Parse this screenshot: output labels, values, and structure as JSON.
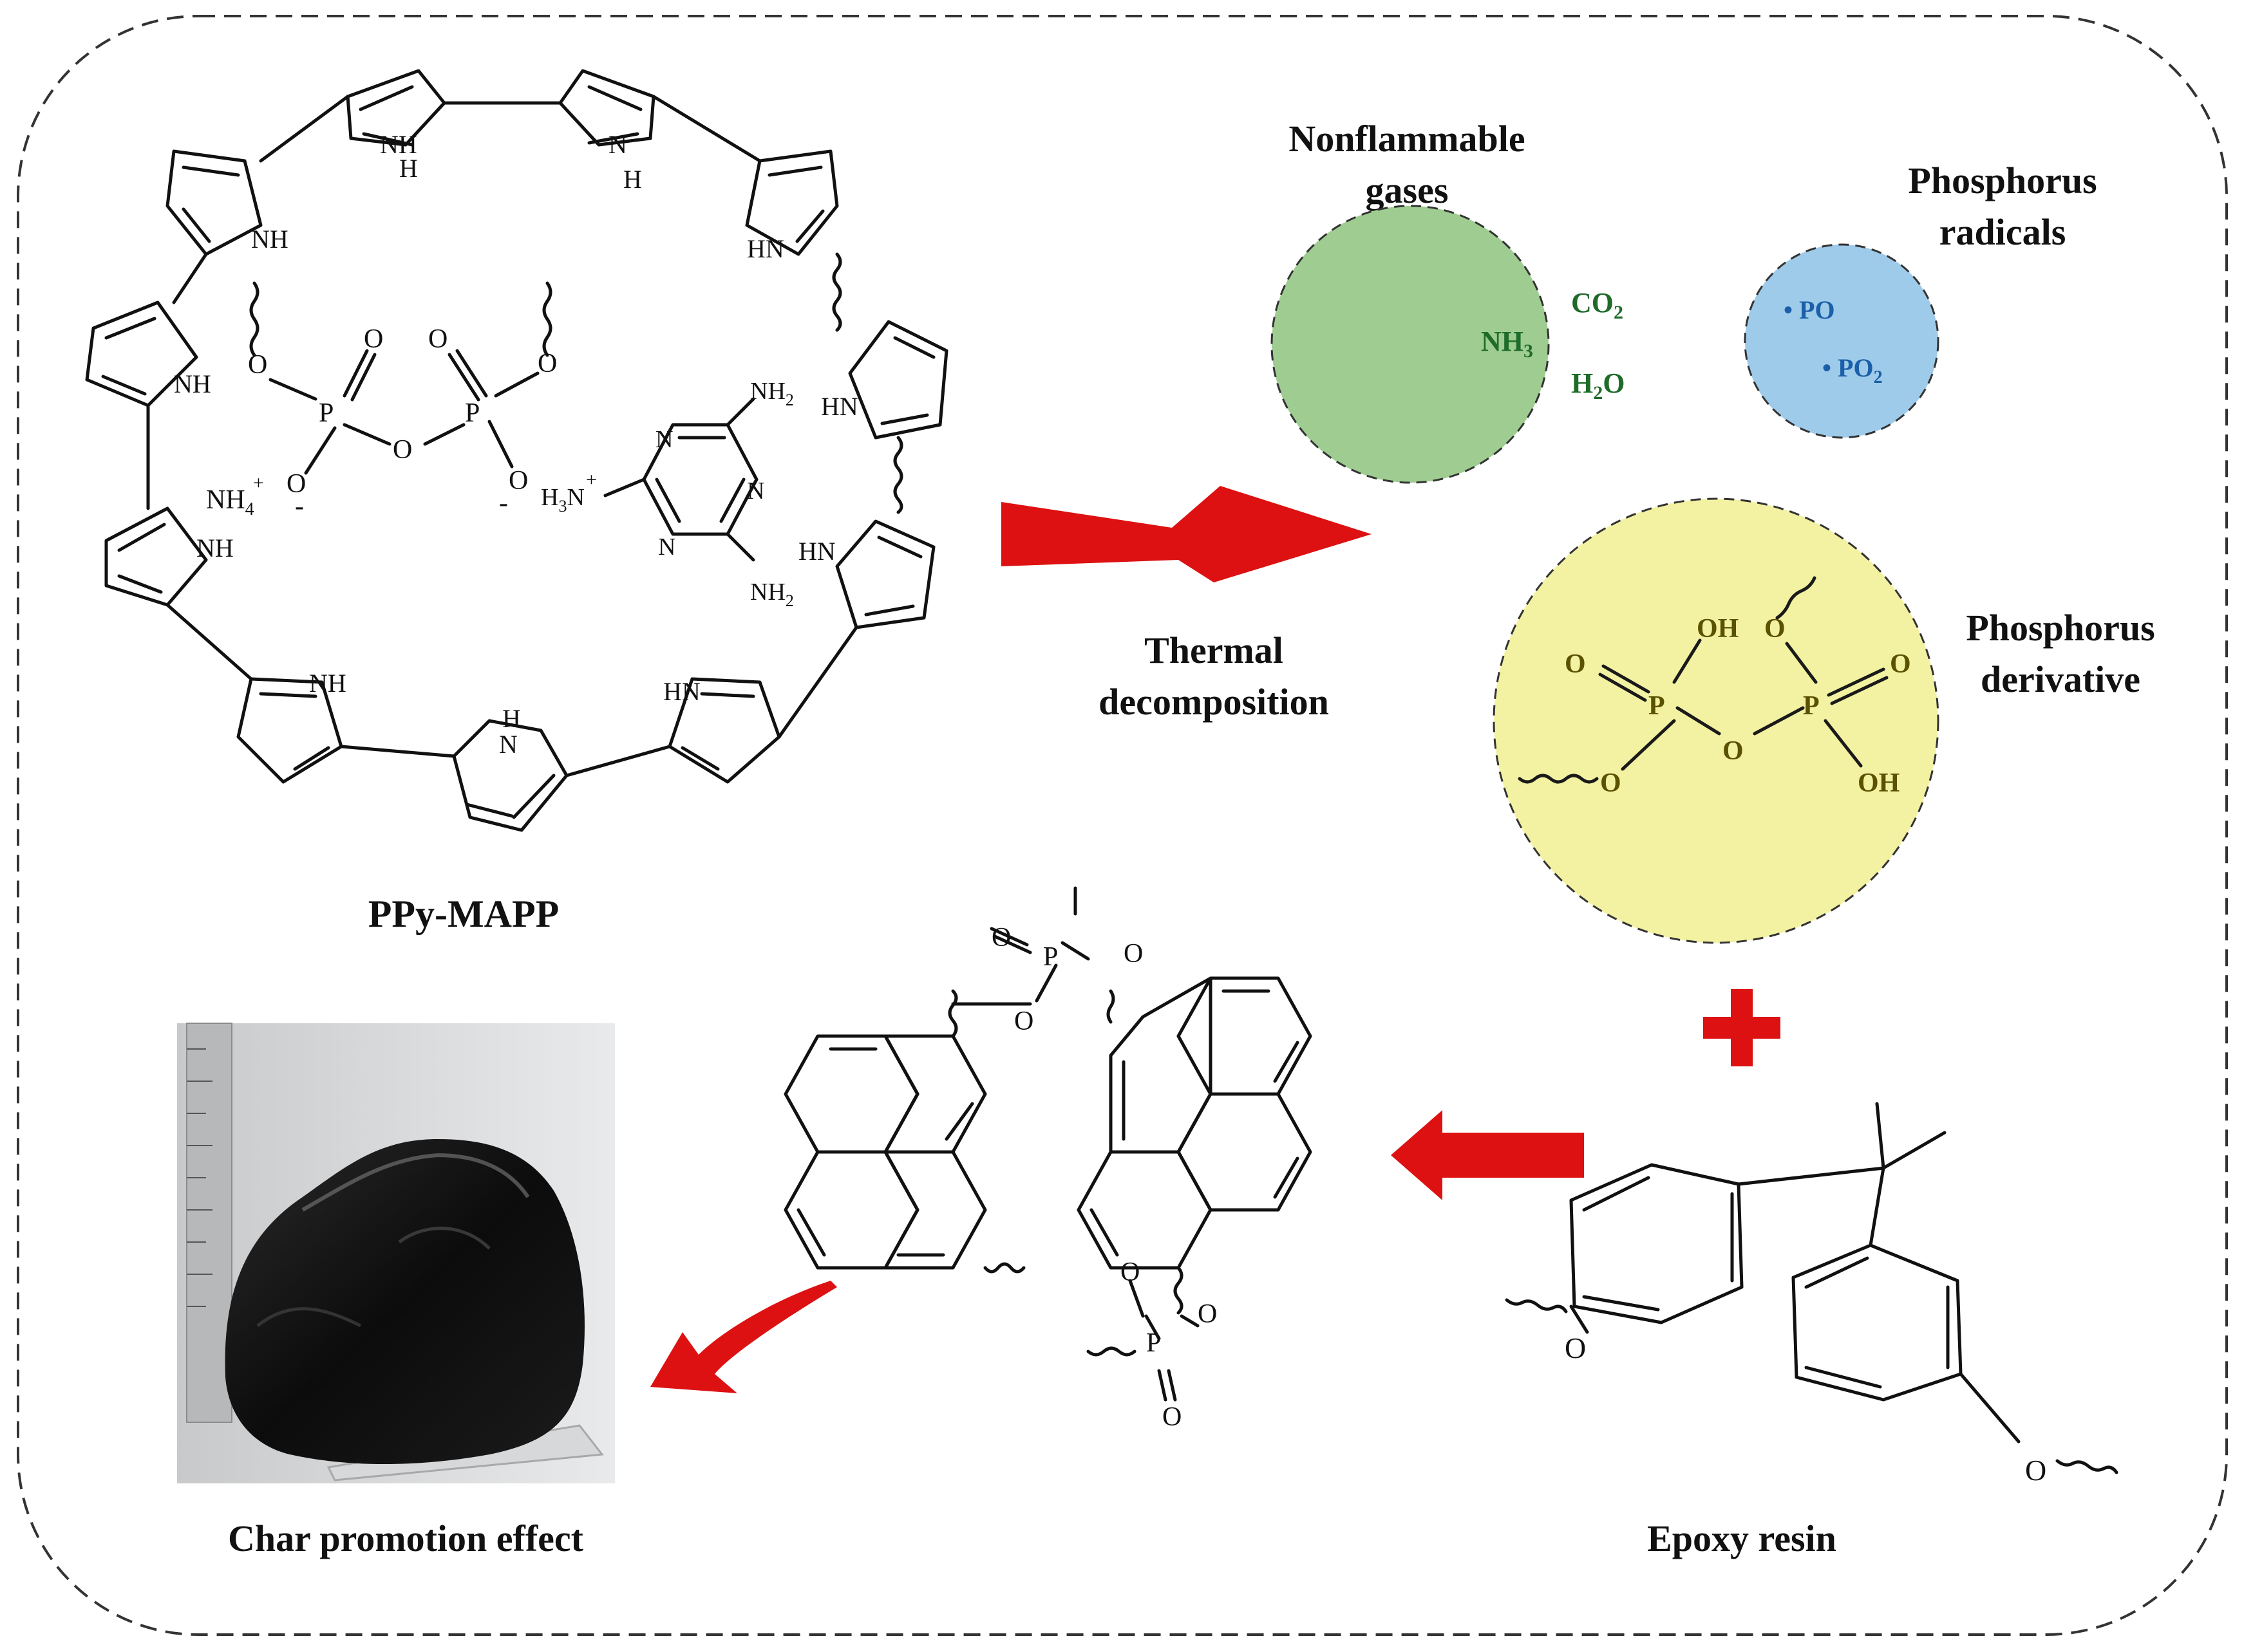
{
  "labels": {
    "ppy_mapp": "PPy-MAPP",
    "thermal_line1": "Thermal",
    "thermal_line2": "decomposition",
    "nonflammable_line1": "Nonflammable",
    "nonflammable_line2": "gases",
    "phosphorus_radicals_line1": "Phosphorus",
    "phosphorus_radicals_line2": "radicals",
    "phosphorus_derivative_line1": "Phosphorus",
    "phosphorus_derivative_line2": "derivative",
    "char_promotion": "Char promotion effect",
    "epoxy_resin": "Epoxy resin"
  },
  "gases": {
    "co2": "CO",
    "co2_sub": "2",
    "nh3": "NH",
    "nh3_sub": "3",
    "h2o_h": "H",
    "h2o_sub": "2",
    "h2o_o": "O"
  },
  "radicals": {
    "po": "• PO",
    "po2": "• PO",
    "po2_sub": "2"
  },
  "ppy_atoms": {
    "nh": "NH",
    "hn": "HN",
    "h": "H",
    "n": "N",
    "o": "O",
    "p": "P",
    "minus": "-",
    "plus": "+",
    "nh4": "NH",
    "nh4_sub": "4",
    "nh2": "NH",
    "nh2_sub": "2",
    "h3n": "H",
    "h3n_sub": "3",
    "h3n_n": "N"
  },
  "derivative_atoms": {
    "oh": "OH",
    "o": "O",
    "p": "P"
  },
  "colors": {
    "arrow_red": "#dd1111",
    "gas_circle": "#9fcd91",
    "radical_circle": "#9fcbeb",
    "derivative_circle": "#f3f2a2",
    "frame_dash": "#333333"
  }
}
